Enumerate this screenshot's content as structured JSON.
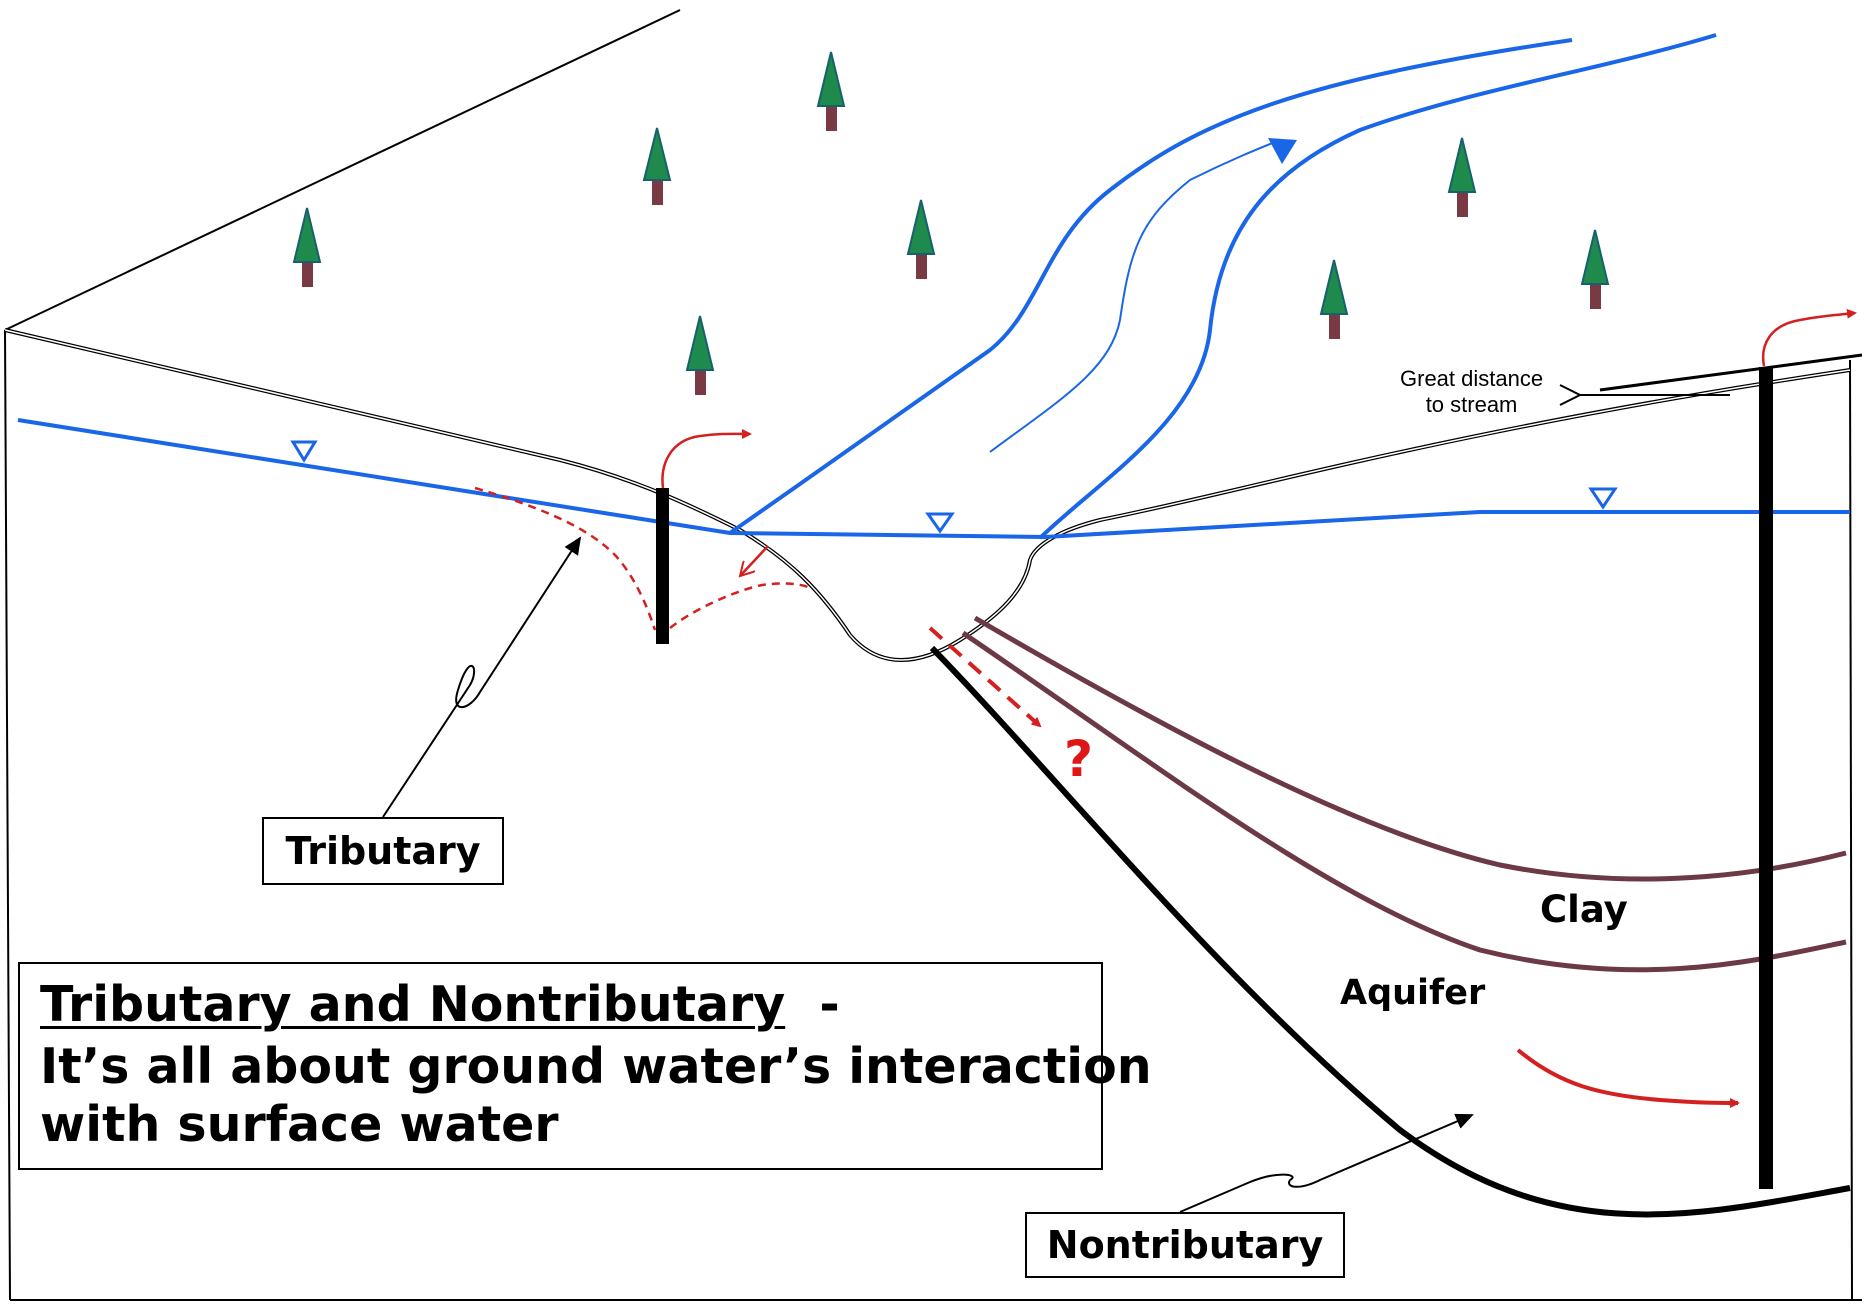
{
  "labels": {
    "tributary": "Tributary",
    "nontributary": "Nontributary",
    "clay": "Clay",
    "aquifer": "Aquifer",
    "distance_line1": "Great distance",
    "distance_line2": "to stream",
    "question": "?"
  },
  "title": {
    "heading": "Tributary and Nontributary",
    "dash": "-",
    "line2": "It’s all about ground water’s interaction",
    "line3": "with surface water"
  },
  "colors": {
    "water": "#1a66e8",
    "ground": "#000000",
    "clay_layer": "#6b3a45",
    "flow_arrow": "#d42020",
    "tree_crown": "#1e8a4c",
    "tree_trunk": "#7a3a44"
  }
}
